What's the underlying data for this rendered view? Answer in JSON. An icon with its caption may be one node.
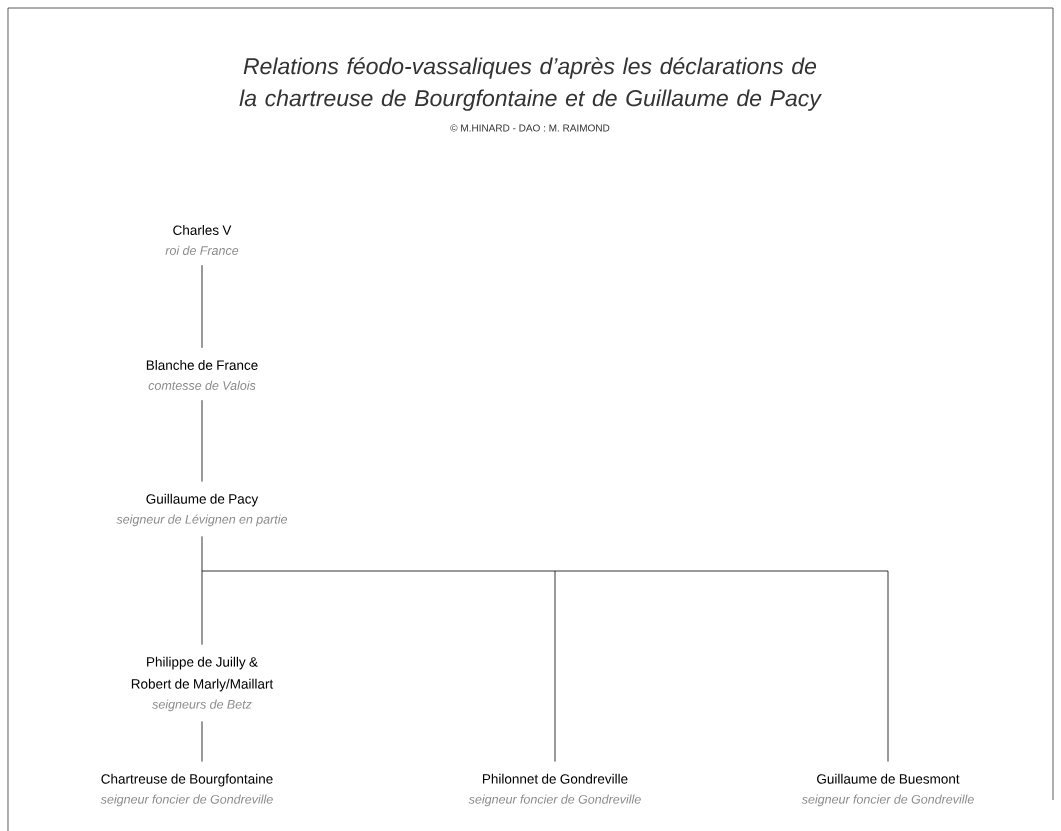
{
  "diagram": {
    "title": "Relations féodo-vassaliques d’après les déclarations de la chartreuse de Bourgfontaine et de Guillaume de Pacy",
    "nodes": [
      {
        "text": [
          "Charles V",
          "roi de France"
        ]
      },
      {
        "text": [
          "Blanche de France",
          "comtesse de Valois"
        ]
      },
      {
        "text": [
          "Guillaume de Pacy",
          "seigneur de Lévignen en partie"
        ]
      },
      {
        "text": [
          "Philippe de Juilly & Robert de Marly/Maillart",
          "seigneurs de Betz"
        ]
      },
      {
        "text": [
          "Chartreuse de Bourgfontaine",
          "seigneur foncier de Gondreville"
        ]
      },
      {
        "text": [
          "Philonnet de Gondreville",
          "seigneur foncier de Gondreville"
        ]
      },
      {
        "text": [
          "Guillaume de Buesmont",
          "seigneur foncier de Gondreville"
        ]
      }
    ],
    "edges": [
      {
        "from": 0,
        "to": 1,
        "arrow": "none"
      },
      {
        "from": 1,
        "to": 2,
        "arrow": "none"
      },
      {
        "from": 2,
        "to": 3,
        "arrow": "none"
      },
      {
        "from": 2,
        "to": 5,
        "arrow": "none"
      },
      {
        "from": 2,
        "to": 6,
        "arrow": "none"
      },
      {
        "from": 3,
        "to": 4,
        "arrow": "none"
      }
    ],
    "labels": [
      "© M.HINARD - DAO : M. RAIMOND"
    ]
  }
}
